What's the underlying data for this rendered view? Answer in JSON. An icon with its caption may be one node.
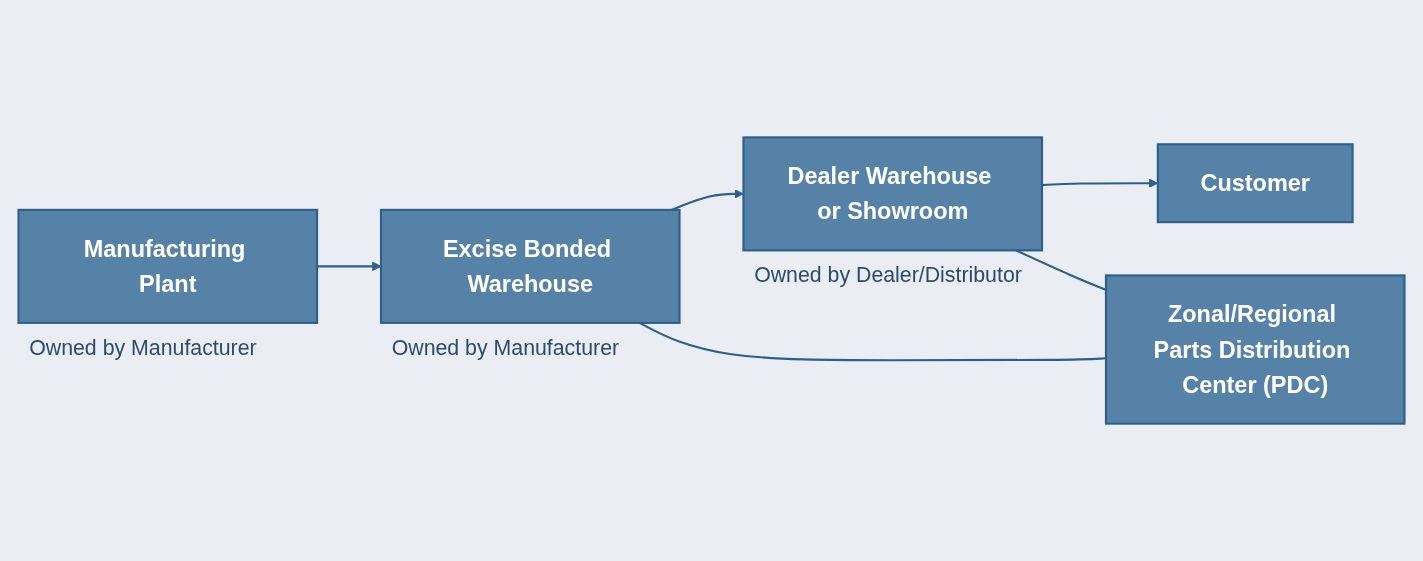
{
  "diagram": {
    "nodes": [
      {
        "text": [
          "Manufacturing Plant"
        ],
        "beside": [
          "Owned by Manufacturer"
        ]
      },
      {
        "text": [
          "Excise Bonded Warehouse"
        ],
        "beside": [
          "Owned by Manufacturer"
        ]
      },
      {
        "text": [
          "Dealer Warehouse or Showroom"
        ],
        "beside": [
          "Owned by Dealer/Distributor"
        ]
      },
      {
        "text": [
          "Customer"
        ]
      },
      {
        "text": [
          "Zonal/Regional Parts Distribution Center (PDC)"
        ]
      }
    ],
    "edges": [
      {
        "from": 0,
        "to": 1,
        "arrow": "to"
      },
      {
        "from": 1,
        "to": 2,
        "arrow": "to"
      },
      {
        "from": 2,
        "to": 3,
        "arrow": "to"
      },
      {
        "from": 1,
        "to": 4,
        "arrow": "none"
      },
      {
        "from": 2,
        "to": 4,
        "arrow": "none"
      }
    ]
  }
}
